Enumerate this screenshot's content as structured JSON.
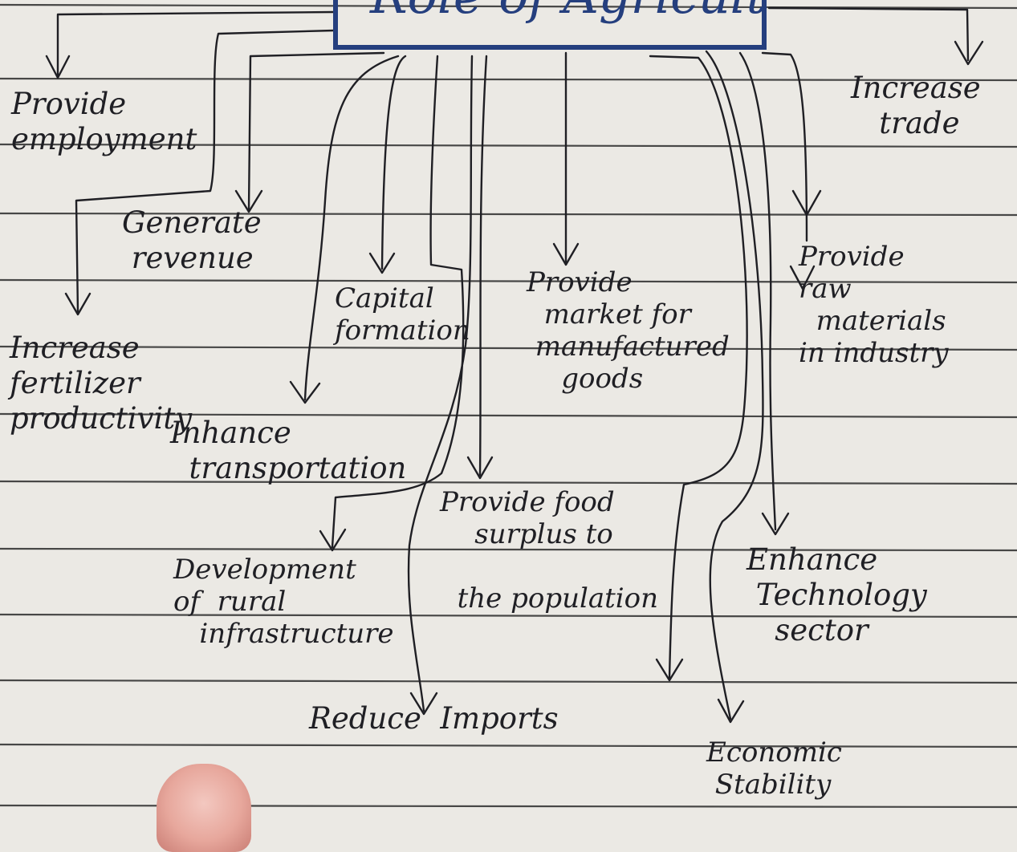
{
  "title": {
    "text": "Role of Agriculture"
  },
  "nodes": {
    "employment": "Provide\nemployment",
    "trade": "Increase\n   trade",
    "revenue": "Generate\n revenue",
    "capital": "Capital\nformation",
    "market": "Provide\n  market for\n manufactured\n    goods",
    "raw": "Provide\nraw\n  materials\nin industry",
    "fertilizer": "Increase\nfertilizer\nproductivity",
    "transport": "Inhance\n  transportation",
    "food": "Provide food\n    surplus to\n\n  the population",
    "technology": "Enhance\n Technology\n   sector",
    "rural": "Development\nof  rural\n   infrastructure",
    "imports": "Reduce  Imports",
    "stability": "Economic\n Stability"
  },
  "colors": {
    "ink": "#1f1f24",
    "box": "#253f7e",
    "paper": "#ebe9e4",
    "rule": "#2b2b2b"
  }
}
